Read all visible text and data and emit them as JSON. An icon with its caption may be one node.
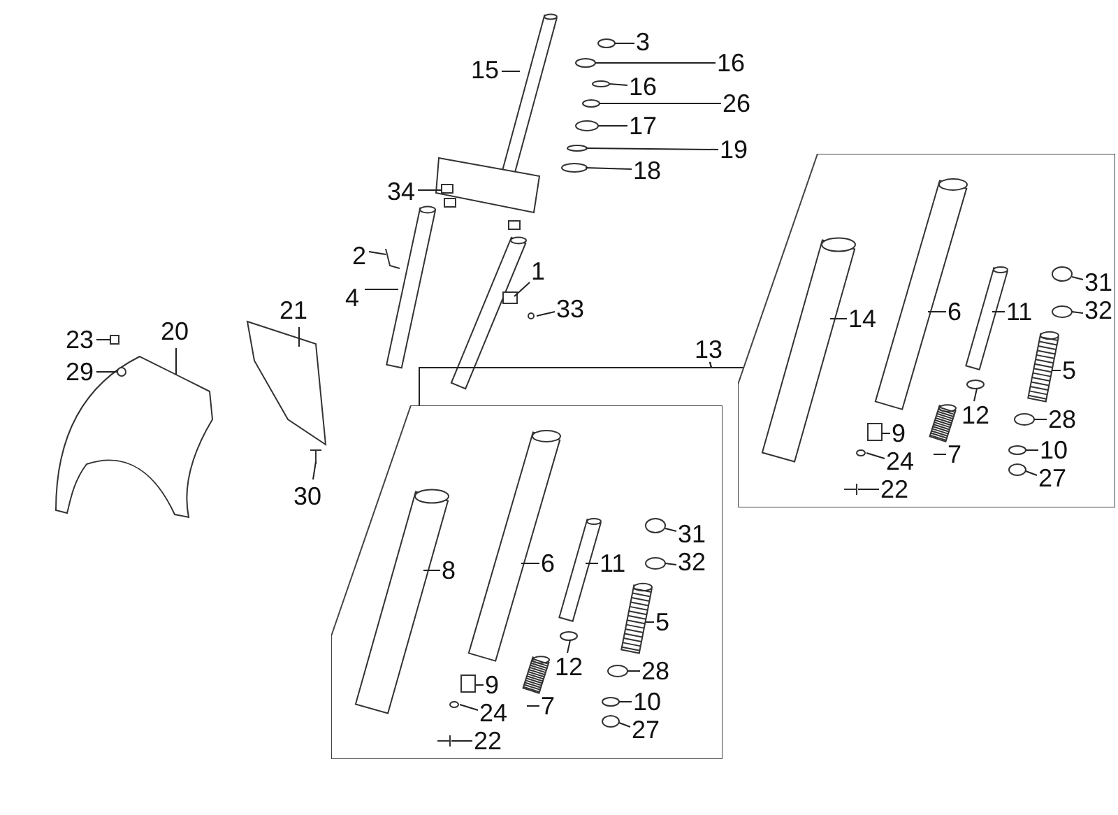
{
  "diagram": {
    "nodes": [
      {
        "text": [
          "15"
        ]
      },
      {
        "text": [
          "3"
        ]
      },
      {
        "text": [
          "16"
        ]
      },
      {
        "text": [
          "16"
        ]
      },
      {
        "text": [
          "26"
        ]
      },
      {
        "text": [
          "17"
        ]
      },
      {
        "text": [
          "19"
        ]
      },
      {
        "text": [
          "18"
        ]
      },
      {
        "text": [
          "34"
        ]
      },
      {
        "text": [
          "2"
        ]
      },
      {
        "text": [
          "4"
        ]
      },
      {
        "text": [
          "1"
        ]
      },
      {
        "text": [
          "33"
        ]
      },
      {
        "text": [
          "21"
        ]
      },
      {
        "text": [
          "23"
        ]
      },
      {
        "text": [
          "20"
        ]
      },
      {
        "text": [
          "29"
        ]
      },
      {
        "text": [
          "30"
        ]
      },
      {
        "text": [
          "13"
        ]
      },
      {
        "text": [],
        "shape": "box"
      },
      {
        "text": [
          "14"
        ],
        "in": 19
      },
      {
        "text": [
          "6"
        ],
        "in": 19
      },
      {
        "text": [
          "11"
        ],
        "in": 19
      },
      {
        "text": [
          "31"
        ],
        "in": 19
      },
      {
        "text": [
          "32"
        ],
        "in": 19
      },
      {
        "text": [
          "5"
        ],
        "in": 19
      },
      {
        "text": [
          "12"
        ],
        "in": 19
      },
      {
        "text": [
          "9"
        ],
        "in": 19
      },
      {
        "text": [
          "28"
        ],
        "in": 19
      },
      {
        "text": [
          "24"
        ],
        "in": 19
      },
      {
        "text": [
          "7"
        ],
        "in": 19
      },
      {
        "text": [
          "10"
        ],
        "in": 19
      },
      {
        "text": [
          "22"
        ],
        "in": 19
      },
      {
        "text": [
          "27"
        ],
        "in": 19
      },
      {
        "text": [],
        "shape": "box"
      },
      {
        "text": [
          "8"
        ],
        "in": 34
      },
      {
        "text": [
          "6"
        ],
        "in": 34
      },
      {
        "text": [
          "11"
        ],
        "in": 34
      },
      {
        "text": [
          "31"
        ],
        "in": 34
      },
      {
        "text": [
          "32"
        ],
        "in": 34
      },
      {
        "text": [
          "5"
        ],
        "in": 34
      },
      {
        "text": [
          "12"
        ],
        "in": 34
      },
      {
        "text": [
          "28"
        ],
        "in": 34
      },
      {
        "text": [
          "9"
        ],
        "in": 34
      },
      {
        "text": [
          "24"
        ],
        "in": 34
      },
      {
        "text": [
          "10"
        ],
        "in": 34
      },
      {
        "text": [
          "7"
        ],
        "in": 34
      },
      {
        "text": [
          "27"
        ],
        "in": 34
      },
      {
        "text": [
          "22"
        ],
        "in": 34
      }
    ],
    "edges": [
      {
        "from": 0,
        "to": null,
        "arrow": "none"
      },
      {
        "from": 1,
        "to": null,
        "arrow": "none"
      },
      {
        "from": 2,
        "to": null,
        "arrow": "none"
      },
      {
        "from": 3,
        "to": null,
        "arrow": "none"
      },
      {
        "from": 4,
        "to": null,
        "arrow": "none"
      },
      {
        "from": 5,
        "to": null,
        "arrow": "none"
      },
      {
        "from": 6,
        "to": null,
        "arrow": "none"
      },
      {
        "from": 7,
        "to": null,
        "arrow": "none"
      },
      {
        "from": 8,
        "to": null,
        "arrow": "none"
      },
      {
        "from": 9,
        "to": null,
        "arrow": "none"
      },
      {
        "from": 10,
        "to": null,
        "arrow": "none"
      },
      {
        "from": 11,
        "to": null,
        "arrow": "none"
      },
      {
        "from": 12,
        "to": null,
        "arrow": "none"
      },
      {
        "from": 13,
        "to": null,
        "arrow": "none"
      },
      {
        "from": 14,
        "to": null,
        "arrow": "none"
      },
      {
        "from": 15,
        "to": null,
        "arrow": "none"
      },
      {
        "from": 16,
        "to": null,
        "arrow": "none"
      },
      {
        "from": 17,
        "to": null,
        "arrow": "none"
      },
      {
        "from": 18,
        "to": 19,
        "arrow": "none"
      },
      {
        "from": 18,
        "to": 34,
        "arrow": "none"
      },
      {
        "from": 20,
        "to": null,
        "arrow": "none"
      },
      {
        "from": 21,
        "to": null,
        "arrow": "none"
      },
      {
        "from": 22,
        "to": null,
        "arrow": "none"
      },
      {
        "from": 23,
        "to": null,
        "arrow": "none"
      },
      {
        "from": 24,
        "to": null,
        "arrow": "none"
      },
      {
        "from": 25,
        "to": null,
        "arrow": "none"
      },
      {
        "from": 26,
        "to": null,
        "arrow": "none"
      },
      {
        "from": 27,
        "to": null,
        "arrow": "none"
      },
      {
        "from": 28,
        "to": null,
        "arrow": "none"
      },
      {
        "from": 29,
        "to": null,
        "arrow": "none"
      },
      {
        "from": 30,
        "to": null,
        "arrow": "none"
      },
      {
        "from": 31,
        "to": null,
        "arrow": "none"
      },
      {
        "from": 32,
        "to": null,
        "arrow": "none"
      },
      {
        "from": 33,
        "to": null,
        "arrow": "none"
      },
      {
        "from": 35,
        "to": null,
        "arrow": "none"
      },
      {
        "from": 36,
        "to": null,
        "arrow": "none"
      },
      {
        "from": 37,
        "to": null,
        "arrow": "none"
      },
      {
        "from": 38,
        "to": null,
        "arrow": "none"
      },
      {
        "from": 39,
        "to": null,
        "arrow": "none"
      },
      {
        "from": 40,
        "to": null,
        "arrow": "none"
      },
      {
        "from": 41,
        "to": null,
        "arrow": "none"
      },
      {
        "from": 42,
        "to": null,
        "arrow": "none"
      },
      {
        "from": 43,
        "to": null,
        "arrow": "none"
      },
      {
        "from": 44,
        "to": null,
        "arrow": "none"
      },
      {
        "from": 45,
        "to": null,
        "arrow": "none"
      },
      {
        "from": 46,
        "to": null,
        "arrow": "none"
      },
      {
        "from": 47,
        "to": null,
        "arrow": "none"
      },
      {
        "from": 48,
        "to": null,
        "arrow": "none"
      }
    ]
  }
}
